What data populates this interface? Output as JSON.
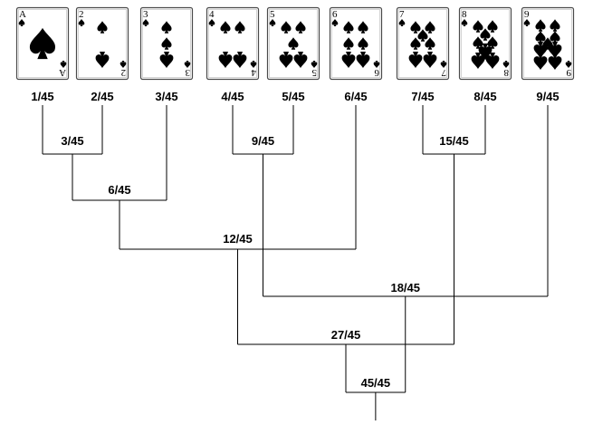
{
  "cards": [
    {
      "rank": "A",
      "pips": 1,
      "probability": "1/45"
    },
    {
      "rank": "2",
      "pips": 2,
      "probability": "2/45"
    },
    {
      "rank": "3",
      "pips": 3,
      "probability": "3/45"
    },
    {
      "rank": "4",
      "pips": 4,
      "probability": "4/45"
    },
    {
      "rank": "5",
      "pips": 5,
      "probability": "5/45"
    },
    {
      "rank": "6",
      "pips": 6,
      "probability": "6/45"
    },
    {
      "rank": "7",
      "pips": 7,
      "probability": "7/45"
    },
    {
      "rank": "8",
      "pips": 8,
      "probability": "8/45"
    },
    {
      "rank": "9",
      "pips": 9,
      "probability": "9/45"
    }
  ],
  "merges": [
    {
      "id": "m1",
      "label": "3/45",
      "left": "c0",
      "right": "c1"
    },
    {
      "id": "m2",
      "label": "9/45",
      "left": "c3",
      "right": "c4"
    },
    {
      "id": "m3",
      "label": "15/45",
      "left": "c6",
      "right": "c7"
    },
    {
      "id": "m4",
      "label": "6/45",
      "left": "m1",
      "right": "c2"
    },
    {
      "id": "m5",
      "label": "12/45",
      "left": "m4",
      "right": "c5"
    },
    {
      "id": "m6",
      "label": "18/45",
      "left": "m2",
      "right": "c8"
    },
    {
      "id": "m7",
      "label": "27/45",
      "left": "m5",
      "right": "m3"
    },
    {
      "id": "m8",
      "label": "45/45",
      "left": "m7",
      "right": "m6"
    }
  ],
  "suit_icon": "spade-icon"
}
